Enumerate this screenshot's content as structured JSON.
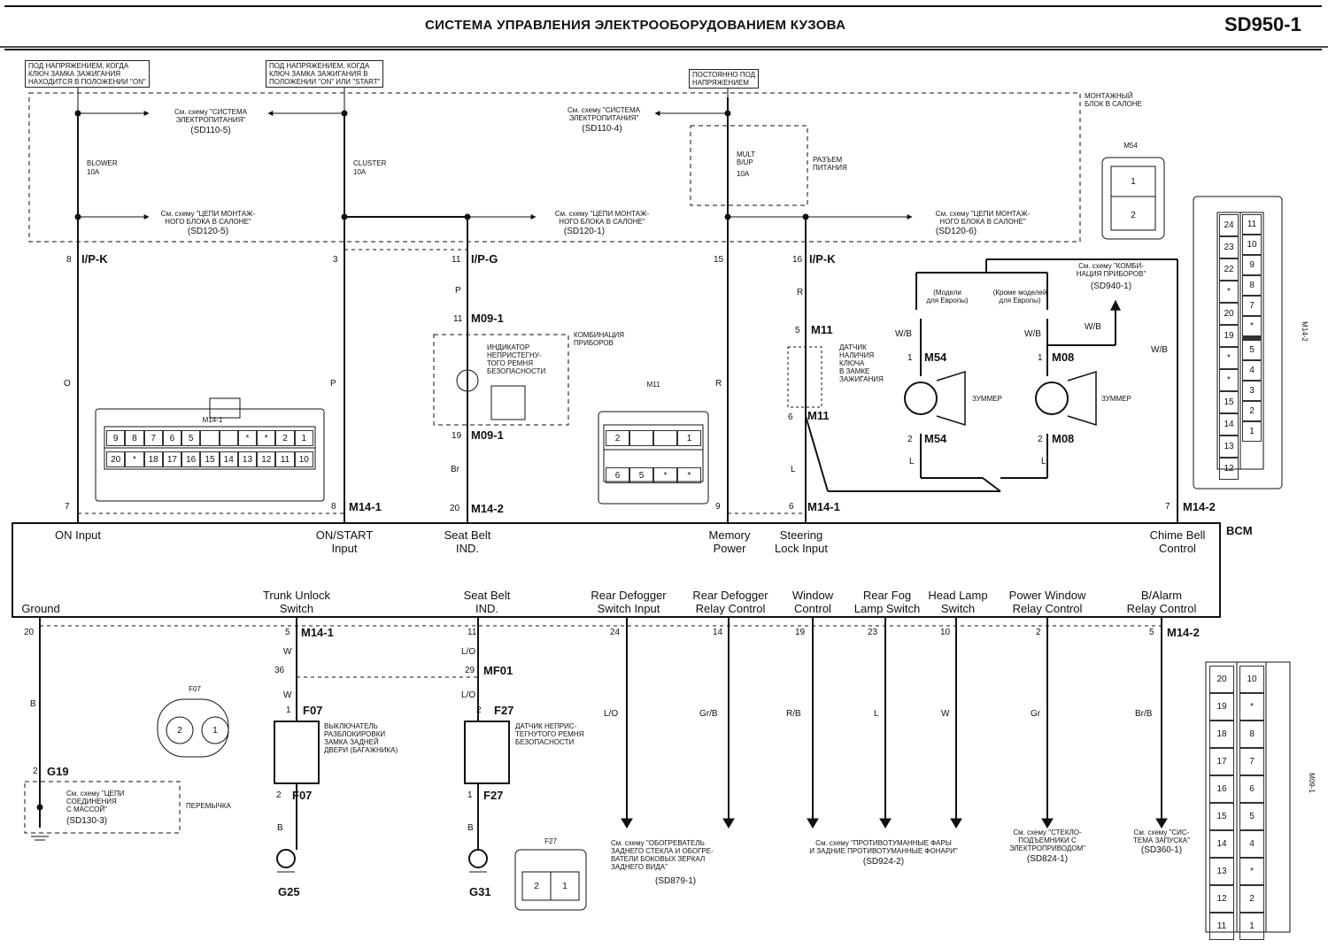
{
  "header": {
    "title": "СИСТЕМА УПРАВЛЕНИЯ ЭЛЕКТРООБОРУДОВАНИЕМ КУЗОВА",
    "code": "SD950-1"
  },
  "power_labels": {
    "on": "ПОД НАПРЯЖЕНИЕМ, КОГДА\nКЛЮЧ ЗАМКА ЗАЖИГАНИЯ\nНАХОДИТСЯ В ПОЛОЖЕНИИ \"ON\"",
    "on_start": "ПОД НАПРЯЖЕНИЕМ, КОГДА\nКЛЮЧ ЗАМКА ЗАЖИГАНИЯ В\nПОЛОЖЕНИИ \"ON\" ИЛИ \"START\"",
    "constant": "ПОСТОЯННО ПОД\nНАПРЯЖЕНИЕМ"
  },
  "junction_block": "МОНТАЖНЫЙ\nБЛОК В САЛОНЕ",
  "power_connector": "РАЗЪЕМ\nПИТАНИЯ",
  "fuses": [
    {
      "name": "BLOWER",
      "rating": "10A"
    },
    {
      "name": "CLUSTER",
      "rating": "10A"
    },
    {
      "name": "MULT\nB/UP",
      "rating": "10A"
    }
  ],
  "refs": {
    "power1_text": "См. схему \"СИСТЕМА\nЭЛЕКТРОПИТАНИЯ\"",
    "power1_code": "(SD110-5)",
    "power2_text": "См. схему \"СИСТЕМА\nЭЛЕКТРОПИТАНИЯ\"",
    "power2_code": "(SD110-4)",
    "jb1_text": "См. схему \"ЦЕПИ МОНТАЖ-\nНОГО БЛОКА В САЛОНЕ\"",
    "jb1_code": "(SD120-5)",
    "jb2_text": "См. схему \"ЦЕПИ МОНТАЖ-\nНОГО БЛОКА В САЛОНЕ\"",
    "jb2_code": "(SD120-1)",
    "jb3_text": "См. схему \"ЦЕПИ МОНТАЖ-\nНОГО БЛОКА В САЛОНЕ\"",
    "jb3_code": "(SD120-6)",
    "cluster_text": "См. схему \"КОМБИ-\nНАЦИЯ ПРИБОРОВ\"",
    "cluster_code": "(SD940-1)",
    "ground_text": "См. схему \"ЦЕПИ\nСОЕДИНЕНИЯ\nС МАССОЙ\"",
    "ground_code": "(SD130-3)",
    "defog_text": "См. схему \"ОБОГРЕВАТЕЛЬ\nЗАДНЕГО СТЕКЛА И ОБОГРЕ-\nВАТЕЛИ БОКОВЫХ ЗЕРКАЛ\nЗАДНЕГО ВИДА\"",
    "defog_code": "(SD879-1)",
    "fog_text": "См. схему \"ПРОТИВОТУМАННЫЕ ФАРЫ\nИ ЗАДНИЕ ПРОТИВОТУМАННЫЕ ФОНАРИ\"",
    "fog_code": "(SD924-2)",
    "pw_text": "См. схему \"СТЕКЛО-\nПОДЪЕМНИКИ С\nЭЛЕКТРОПРИВОДОМ\"",
    "pw_code": "(SD824-1)",
    "start_text": "См. схему \"СИС-\nТЕМА ЗАПУСКА\"",
    "start_code": "(SD360-1)"
  },
  "connectors": {
    "ip_k": "I/P-K",
    "ip_g": "I/P-G",
    "ip_k2": "I/P-K",
    "m14_1": "M14-1",
    "m14_2": "M14-2",
    "m09_1": "M09-1",
    "m11": "M11",
    "m54": "M54",
    "m08": "M08",
    "mf01": "MF01",
    "f07": "F07",
    "f27": "F27",
    "g19": "G19",
    "g25": "G25",
    "g31": "G31",
    "bcm": "BCM"
  },
  "pins": {
    "p8": "8",
    "p3": "3",
    "p11": "11",
    "p15": "15",
    "p16": "16",
    "m09_11": "11",
    "m09_19": "19",
    "m11_5": "5",
    "m11_6": "6",
    "m54_1": "1",
    "m54_2": "2",
    "m08_1": "1",
    "m08_2": "2",
    "b7": "7",
    "b8": "8",
    "b20": "20",
    "b9": "9",
    "b6": "6",
    "b7r": "7",
    "l20": "20",
    "l5": "5",
    "l11": "11",
    "l24": "24",
    "l14": "14",
    "l19": "19",
    "l23": "23",
    "l10": "10",
    "l2": "2",
    "l5r": "5",
    "mf36": "36",
    "mf29": "29",
    "f07_1": "1",
    "f07_2": "2",
    "f27_2": "2",
    "f27_1": "1",
    "g19_2": "2"
  },
  "wires": {
    "o": "O",
    "p": "P",
    "p2": "P",
    "r": "R",
    "r2": "R",
    "br": "Br",
    "l": "L",
    "wb1": "W/B",
    "wb2": "W/B",
    "wb3": "W/B",
    "wb4": "W/B",
    "l_m54": "L",
    "l_m08": "L",
    "b": "B",
    "w1": "W",
    "w2": "W",
    "lo1": "L/O",
    "lo2": "L/O",
    "b2": "B",
    "b3": "B",
    "lo3": "L/O",
    "grb": "Gr/B",
    "rb": "R/B",
    "l4": "L",
    "w3": "W",
    "gr": "Gr",
    "brb": "Br/B"
  },
  "bcm_top": [
    "ON Input",
    "ON/START\nInput",
    "Seat Belt\nIND.",
    "Memory\nPower",
    "Steering\nLock Input",
    "Chime Bell\nControl"
  ],
  "bcm_bottom": [
    "Ground",
    "Trunk Unlock\nSwitch",
    "Seat Belt\nIND.",
    "Rear Defogger\nSwitch Input",
    "Rear Defogger\nRelay Control",
    "Window\nControl",
    "Rear Fog\nLamp Switch",
    "Head Lamp\nSwitch",
    "Power Window\nRelay Control",
    "B/Alarm\nRelay Control"
  ],
  "components": {
    "seatbelt_indicator": "ИНДИКАТОР\nНЕПРИСТЕГНУ-\nТОГО РЕМНЯ\nБЕЗОПАСНОСТИ",
    "cluster": "КОМБИНАЦИЯ\nПРИБОРОВ",
    "key_sensor": "ДАТЧИК\nНАЛИЧИЯ\nКЛЮЧА\nВ ЗАМКЕ\nЗАЖИГАНИЯ",
    "buzzer1": "ЗУММЕР",
    "buzzer2": "ЗУММЕР",
    "europe": "(Модели\nдля Европы)",
    "non_europe": "(Кроме моделей\nдля Европы)",
    "trunk_switch": "ВЫКЛЮЧАТЕЛЬ\nРАЗБЛОКИРОВКИ\nЗАМКА ЗАДНЕЙ\nДВЕРИ (БАГАЖНИКА)",
    "belt_sensor": "ДАТЧИК НЕПРИС-\nТЕГНУТОГО РЕМНЯ\nБЕЗОПАСНОСТИ",
    "jumper": "ПЕРЕМЫЧКА"
  },
  "views": {
    "m14_1_title": "M14-1",
    "m14_1_row1": [
      "9",
      "8",
      "7",
      "6",
      "5",
      "",
      "",
      "*",
      "*",
      "2",
      "1"
    ],
    "m14_1_row2": [
      "20",
      "*",
      "18",
      "17",
      "16",
      "15",
      "14",
      "13",
      "12",
      "11",
      "10"
    ],
    "m11_title": "M11",
    "m11_row1": [
      "2",
      "",
      "",
      "1"
    ],
    "m11_row2": [
      "6",
      "5",
      "*",
      "*"
    ],
    "m54_title": "M54",
    "m54_pins": [
      "1",
      "2"
    ],
    "m14_2_title": "M14-2",
    "m14_2_col1": [
      "24",
      "23",
      "22",
      "*",
      "20",
      "19",
      "*",
      "*",
      "15",
      "14",
      "13",
      "12"
    ],
    "m14_2_col2": [
      "11",
      "10",
      "9",
      "8",
      "7",
      "*",
      "",
      "",
      "5",
      "4",
      "3",
      "2",
      "1"
    ],
    "f07_title": "F07",
    "f07_pins": [
      "2",
      "1"
    ],
    "f27_title": "F27",
    "f27_pins": [
      "2",
      "1"
    ],
    "m09_title": "M09-1",
    "m09_col1": [
      "20",
      "19",
      "18",
      "17",
      "16",
      "15",
      "14",
      "13",
      "12",
      "11"
    ],
    "m09_col2": [
      "10",
      "*",
      "8",
      "7",
      "6",
      "5",
      "4",
      "*",
      "2",
      "1"
    ]
  }
}
